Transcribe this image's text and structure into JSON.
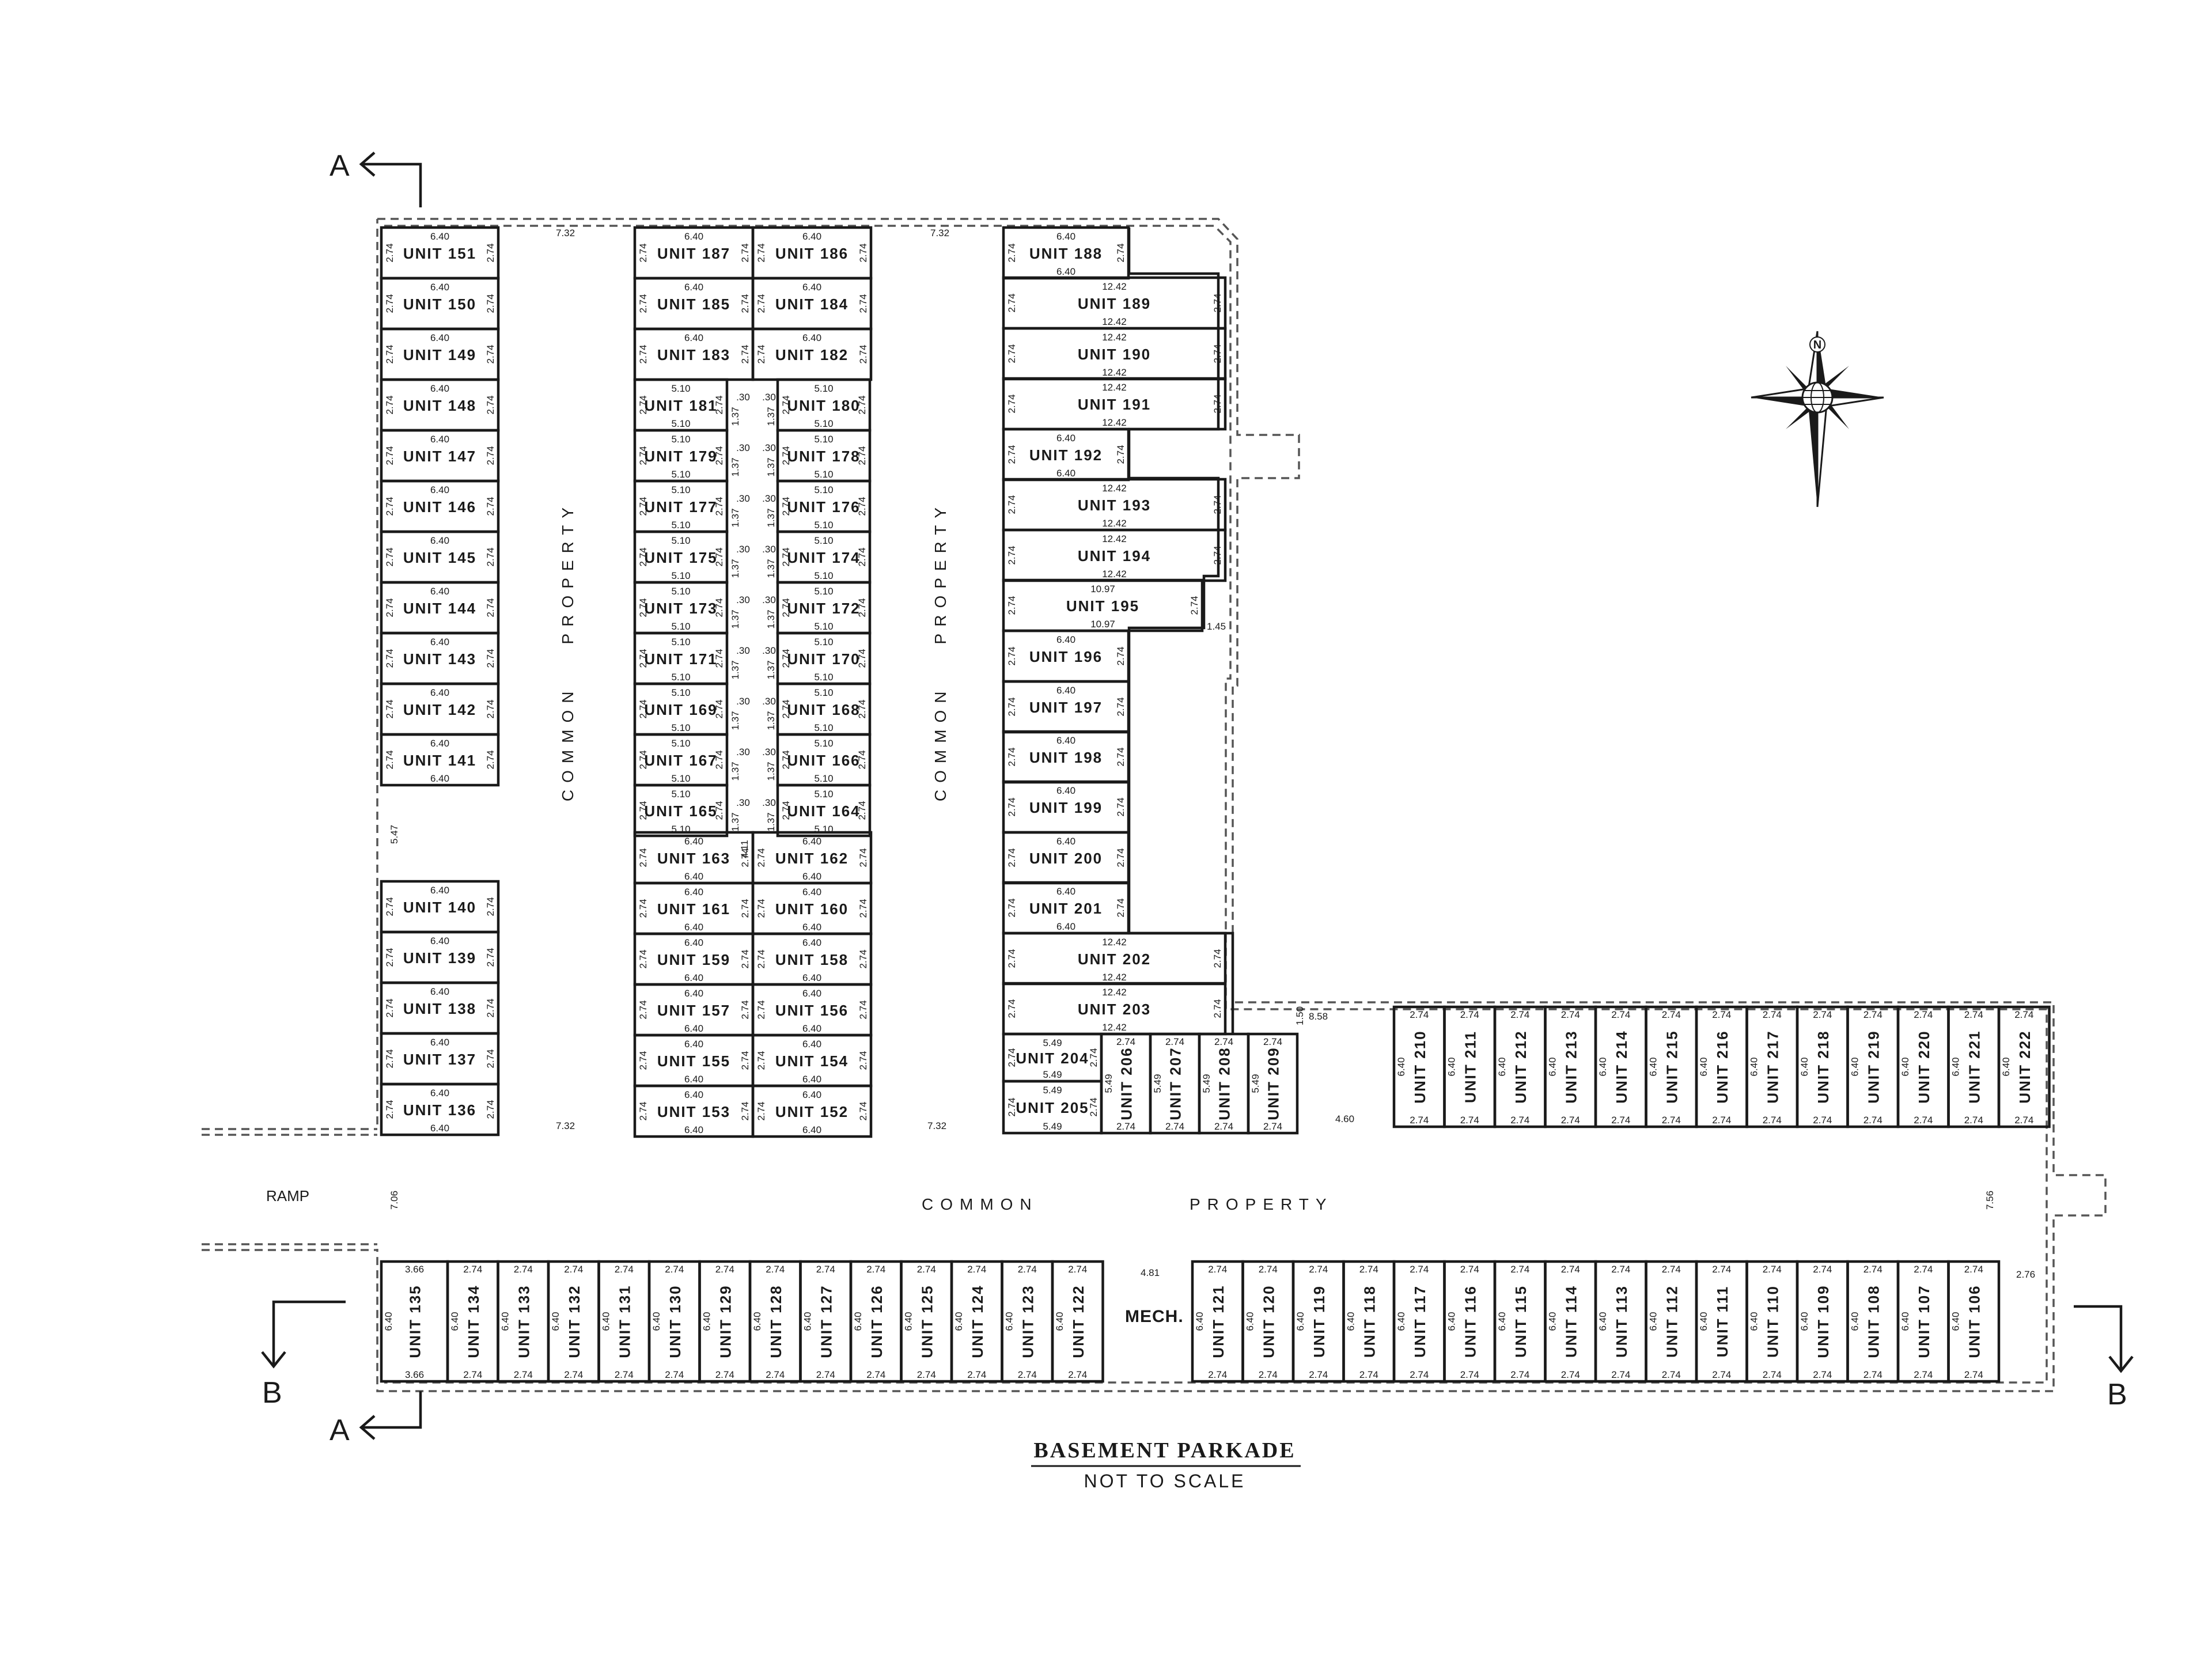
{
  "plan": {
    "title": "BASEMENT PARKADE",
    "subtitle": "NOT TO SCALE",
    "section_a": "A",
    "section_b": "B",
    "north_label": "N",
    "ramp_label": "RAMP",
    "mech_label": "MECH.",
    "common_word": "COMMON",
    "property_word": "PROPERTY",
    "lines": "#1a1a1a"
  },
  "unit_label_prefix": "UNIT",
  "columns": {
    "left": [
      {
        "unit": "151",
        "w": "6.40",
        "d": "2.74"
      },
      {
        "unit": "150",
        "w": "6.40",
        "d": "2.74"
      },
      {
        "unit": "149",
        "w": "6.40",
        "d": "2.74"
      },
      {
        "unit": "148",
        "w": "6.40",
        "d": "2.74"
      },
      {
        "unit": "147",
        "w": "6.40",
        "d": "2.74"
      },
      {
        "unit": "146",
        "w": "6.40",
        "d": "2.74"
      },
      {
        "unit": "145",
        "w": "6.40",
        "d": "2.74"
      },
      {
        "unit": "144",
        "w": "6.40",
        "d": "2.74"
      },
      {
        "unit": "143",
        "w": "6.40",
        "d": "2.74"
      },
      {
        "unit": "142",
        "w": "6.40",
        "d": "2.74"
      },
      {
        "unit": "141",
        "w": "6.40",
        "d": "2.74"
      },
      {
        "unit": "140",
        "w": "6.40",
        "d": "2.74"
      },
      {
        "unit": "139",
        "w": "6.40",
        "d": "2.74"
      },
      {
        "unit": "138",
        "w": "6.40",
        "d": "2.74"
      },
      {
        "unit": "137",
        "w": "6.40",
        "d": "2.74"
      },
      {
        "unit": "136",
        "w": "6.40",
        "d": "2.74"
      }
    ],
    "center_left": [
      {
        "unit": "187",
        "w": "6.40",
        "d": "2.74"
      },
      {
        "unit": "185",
        "w": "6.40",
        "d": "2.74"
      },
      {
        "unit": "183",
        "w": "6.40",
        "d": "2.74"
      },
      {
        "unit": "181",
        "w": "5.10",
        "d": "2.74",
        "n": "1.37",
        "s": ".30"
      },
      {
        "unit": "179",
        "w": "5.10",
        "d": "2.74",
        "n": "1.37",
        "s": ".30"
      },
      {
        "unit": "177",
        "w": "5.10",
        "d": "2.74",
        "n": "1.37",
        "s": ".30"
      },
      {
        "unit": "175",
        "w": "5.10",
        "d": "2.74",
        "n": "1.37",
        "s": ".30"
      },
      {
        "unit": "173",
        "w": "5.10",
        "d": "2.74",
        "n": "1.37",
        "s": ".30"
      },
      {
        "unit": "171",
        "w": "5.10",
        "d": "2.74",
        "n": "1.37",
        "s": ".30"
      },
      {
        "unit": "169",
        "w": "5.10",
        "d": "2.74",
        "n": "1.37",
        "s": ".30"
      },
      {
        "unit": "167",
        "w": "5.10",
        "d": "2.74",
        "n": "1.37",
        "s": ".30"
      },
      {
        "unit": "165",
        "w": "5.10",
        "d": "2.74",
        "n": "1.37",
        "s": ".30"
      },
      {
        "unit": "163",
        "w": "6.40",
        "d": "2.74"
      },
      {
        "unit": "161",
        "w": "6.40",
        "d": "2.74"
      },
      {
        "unit": "159",
        "w": "6.40",
        "d": "2.74"
      },
      {
        "unit": "157",
        "w": "6.40",
        "d": "2.74"
      },
      {
        "unit": "155",
        "w": "6.40",
        "d": "2.74"
      },
      {
        "unit": "153",
        "w": "6.40",
        "d": "2.74"
      }
    ],
    "center_right": [
      {
        "unit": "186",
        "w": "6.40",
        "d": "2.74"
      },
      {
        "unit": "184",
        "w": "6.40",
        "d": "2.74"
      },
      {
        "unit": "182",
        "w": "6.40",
        "d": "2.74"
      },
      {
        "unit": "180",
        "w": "5.10",
        "d": "2.74",
        "n": "1.37",
        "s": ".30"
      },
      {
        "unit": "178",
        "w": "5.10",
        "d": "2.74",
        "n": "1.37",
        "s": ".30"
      },
      {
        "unit": "176",
        "w": "5.10",
        "d": "2.74",
        "n": "1.37",
        "s": ".30"
      },
      {
        "unit": "174",
        "w": "5.10",
        "d": "2.74",
        "n": "1.37",
        "s": ".30"
      },
      {
        "unit": "172",
        "w": "5.10",
        "d": "2.74",
        "n": "1.37",
        "s": ".30"
      },
      {
        "unit": "170",
        "w": "5.10",
        "d": "2.74",
        "n": "1.37",
        "s": ".30"
      },
      {
        "unit": "168",
        "w": "5.10",
        "d": "2.74",
        "n": "1.37",
        "s": ".30"
      },
      {
        "unit": "166",
        "w": "5.10",
        "d": "2.74",
        "n": "1.37",
        "s": ".30"
      },
      {
        "unit": "164",
        "w": "5.10",
        "d": "2.74",
        "n": "1.37",
        "s": ".30"
      },
      {
        "unit": "162",
        "w": "6.40",
        "d": "2.74"
      },
      {
        "unit": "160",
        "w": "6.40",
        "d": "2.74"
      },
      {
        "unit": "158",
        "w": "6.40",
        "d": "2.74"
      },
      {
        "unit": "156",
        "w": "6.40",
        "d": "2.74"
      },
      {
        "unit": "154",
        "w": "6.40",
        "d": "2.74"
      },
      {
        "unit": "152",
        "w": "6.40",
        "d": "2.74"
      }
    ],
    "right": [
      {
        "unit": "188",
        "w": "6.40",
        "d": "2.74"
      },
      {
        "unit": "189",
        "w": "12.42",
        "d": "2.74"
      },
      {
        "unit": "190",
        "w": "12.42",
        "d": "2.74"
      },
      {
        "unit": "191",
        "w": "12.42",
        "d": "2.74"
      },
      {
        "unit": "192",
        "w": "6.40",
        "d": "2.74"
      },
      {
        "unit": "193",
        "w": "12.42",
        "d": "2.74"
      },
      {
        "unit": "194",
        "w": "12.42",
        "d": "2.74"
      },
      {
        "unit": "195",
        "w": "10.97",
        "d": "2.74"
      },
      {
        "unit": "196",
        "w": "6.40",
        "d": "2.74"
      },
      {
        "unit": "197",
        "w": "6.40",
        "d": "2.74"
      },
      {
        "unit": "198",
        "w": "6.40",
        "d": "2.74"
      },
      {
        "unit": "199",
        "w": "6.40",
        "d": "2.74"
      },
      {
        "unit": "200",
        "w": "6.40",
        "d": "2.74"
      },
      {
        "unit": "201",
        "w": "6.40",
        "d": "2.74"
      },
      {
        "unit": "202",
        "w": "12.42",
        "d": "2.74"
      },
      {
        "unit": "203",
        "w": "12.42",
        "d": "2.74"
      }
    ]
  },
  "stacked_units": [
    {
      "unit": "204",
      "w": "5.49",
      "d": "2.74"
    },
    {
      "unit": "205",
      "w": "5.49",
      "d": "2.74"
    }
  ],
  "mid_vertical_units": [
    {
      "unit": "206",
      "w": "2.74",
      "d": "5.49"
    },
    {
      "unit": "207",
      "w": "2.74",
      "d": "5.49"
    },
    {
      "unit": "208",
      "w": "2.74",
      "d": "5.49"
    },
    {
      "unit": "209",
      "w": "2.74",
      "d": "5.49"
    }
  ],
  "east_upper_units": [
    {
      "unit": "210",
      "w": "2.74",
      "d": "6.40"
    },
    {
      "unit": "211",
      "w": "2.74",
      "d": "6.40"
    },
    {
      "unit": "212",
      "w": "2.74",
      "d": "6.40"
    },
    {
      "unit": "213",
      "w": "2.74",
      "d": "6.40"
    },
    {
      "unit": "214",
      "w": "2.74",
      "d": "6.40"
    },
    {
      "unit": "215",
      "w": "2.74",
      "d": "6.40"
    },
    {
      "unit": "216",
      "w": "2.74",
      "d": "6.40"
    },
    {
      "unit": "217",
      "w": "2.74",
      "d": "6.40"
    },
    {
      "unit": "218",
      "w": "2.74",
      "d": "6.40"
    },
    {
      "unit": "219",
      "w": "2.74",
      "d": "6.40"
    },
    {
      "unit": "220",
      "w": "2.74",
      "d": "6.40"
    },
    {
      "unit": "221",
      "w": "2.74",
      "d": "6.40"
    },
    {
      "unit": "222",
      "w": "2.74",
      "d": "6.40"
    }
  ],
  "bottom_left_units": [
    {
      "unit": "135",
      "w": "3.66",
      "d": "6.40"
    },
    {
      "unit": "134",
      "w": "2.74",
      "d": "6.40"
    },
    {
      "unit": "133",
      "w": "2.74",
      "d": "6.40"
    },
    {
      "unit": "132",
      "w": "2.74",
      "d": "6.40"
    },
    {
      "unit": "131",
      "w": "2.74",
      "d": "6.40"
    },
    {
      "unit": "130",
      "w": "2.74",
      "d": "6.40"
    },
    {
      "unit": "129",
      "w": "2.74",
      "d": "6.40"
    },
    {
      "unit": "128",
      "w": "2.74",
      "d": "6.40"
    },
    {
      "unit": "127",
      "w": "2.74",
      "d": "6.40"
    },
    {
      "unit": "126",
      "w": "2.74",
      "d": "6.40"
    },
    {
      "unit": "125",
      "w": "2.74",
      "d": "6.40"
    },
    {
      "unit": "124",
      "w": "2.74",
      "d": "6.40"
    },
    {
      "unit": "123",
      "w": "2.74",
      "d": "6.40"
    },
    {
      "unit": "122",
      "w": "2.74",
      "d": "6.40"
    }
  ],
  "bottom_right_units": [
    {
      "unit": "121",
      "w": "2.74",
      "d": "6.40"
    },
    {
      "unit": "120",
      "w": "2.74",
      "d": "6.40"
    },
    {
      "unit": "119",
      "w": "2.74",
      "d": "6.40"
    },
    {
      "unit": "118",
      "w": "2.74",
      "d": "6.40"
    },
    {
      "unit": "117",
      "w": "2.74",
      "d": "6.40"
    },
    {
      "unit": "116",
      "w": "2.74",
      "d": "6.40"
    },
    {
      "unit": "115",
      "w": "2.74",
      "d": "6.40"
    },
    {
      "unit": "114",
      "w": "2.74",
      "d": "6.40"
    },
    {
      "unit": "113",
      "w": "2.74",
      "d": "6.40"
    },
    {
      "unit": "112",
      "w": "2.74",
      "d": "6.40"
    },
    {
      "unit": "111",
      "w": "2.74",
      "d": "6.40"
    },
    {
      "unit": "110",
      "w": "2.74",
      "d": "6.40"
    },
    {
      "unit": "109",
      "w": "2.74",
      "d": "6.40"
    },
    {
      "unit": "108",
      "w": "2.74",
      "d": "6.40"
    },
    {
      "unit": "107",
      "w": "2.74",
      "d": "6.40"
    },
    {
      "unit": "106",
      "w": "2.74",
      "d": "6.40"
    }
  ],
  "aisle_dims": {
    "left_top": "7.32",
    "left_bottom": "7.32",
    "right_top": "7.32",
    "right_bottom": "7.32",
    "ramp_width": "7.06",
    "east_width": "7.56",
    "gap_left": "5.47",
    "gap_center": "4.11",
    "mech_width": "4.81",
    "east_gap": "4.60",
    "notch": "1.45",
    "step": "1.50",
    "step_len": "8.58",
    "corner": "2.76"
  }
}
